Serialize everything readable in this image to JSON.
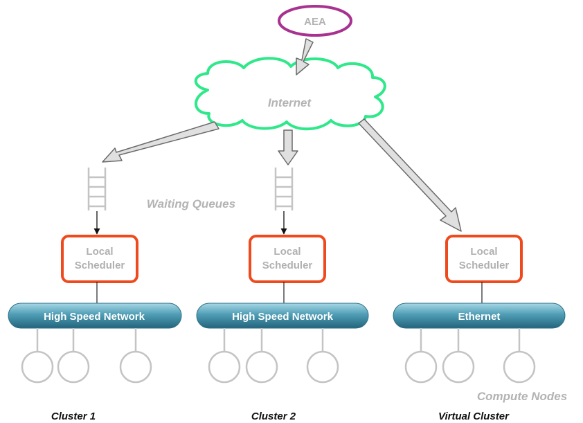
{
  "aea": {
    "label": "AEA"
  },
  "internet": {
    "label": "Internet"
  },
  "annotations": {
    "waiting_queues": "Waiting Queues",
    "compute_nodes": "Compute Nodes"
  },
  "clusters": [
    {
      "name": "Cluster 1",
      "scheduler": [
        "Local",
        "Scheduler"
      ],
      "network": "High Speed Network",
      "has_queue": true
    },
    {
      "name": "Cluster 2",
      "scheduler": [
        "Local",
        "Scheduler"
      ],
      "network": "High Speed Network",
      "has_queue": true
    },
    {
      "name": "Virtual Cluster",
      "scheduler": [
        "Local",
        "Scheduler"
      ],
      "network": "Ethernet",
      "has_queue": false
    }
  ],
  "colors": {
    "aea_border": "#a8328f",
    "cloud_border": "#2ee88a",
    "scheduler_border": "#ef4a1e",
    "network_top": "#9ed0de",
    "network_bottom": "#2c7a93",
    "node": "#c4c4c4",
    "arrow_fill": "#e0e0e0",
    "arrow_stroke": "#6a6a6a"
  }
}
